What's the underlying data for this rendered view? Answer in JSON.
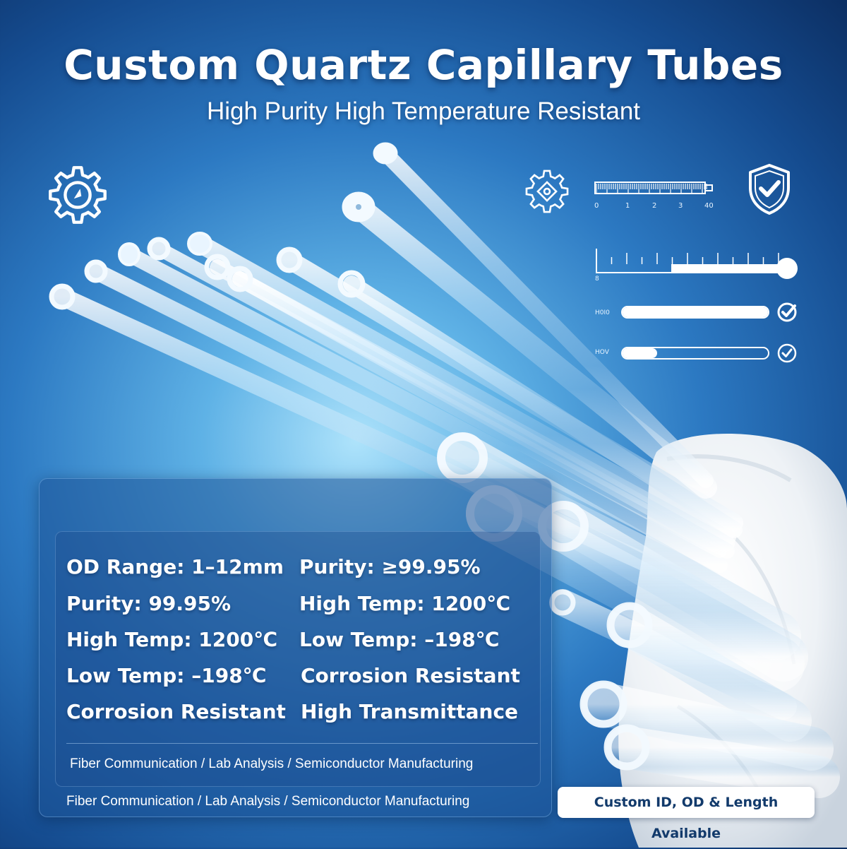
{
  "header": {
    "title": "Custom Quartz Capillary Tubes",
    "subtitle": "High Purity High Temperature Resistant"
  },
  "icons": {
    "left": "gear-icon",
    "right_gear": "gear-chip-icon",
    "ruler": "ruler-icon",
    "shield": "shield-check-icon"
  },
  "ruler": {
    "labels": [
      "0",
      "1",
      "2",
      "3",
      "40"
    ]
  },
  "gauges": {
    "slider_label": "8",
    "bars": [
      {
        "label": "H0I0",
        "fill": 1.0
      },
      {
        "label": "HOV",
        "fill": 0.24
      }
    ]
  },
  "specs": {
    "left": [
      "OD Range: 1–12mm",
      "Purity: 99.95%",
      "High Temp: 1200℃",
      "Low Temp: –198℃",
      "Corrosion Resistant"
    ],
    "right": [
      "Purity: ≥99.95%",
      "High Temp: 1200℃",
      "Low Temp: –198℃",
      "Corrosion Resistant",
      "High Transmittance"
    ]
  },
  "applications": {
    "inner": "Fiber Communication / Lab Analysis / Semiconductor Manufacturing",
    "outer": "Fiber Communication / Lab Analysis / Semiconductor Manufacturing"
  },
  "badge": "Custom ID, OD & Length Available",
  "colors": {
    "background_dark": "#0c2f63",
    "background_light": "#aee3fb",
    "text": "#ffffff",
    "badge_text": "#123a6b"
  }
}
